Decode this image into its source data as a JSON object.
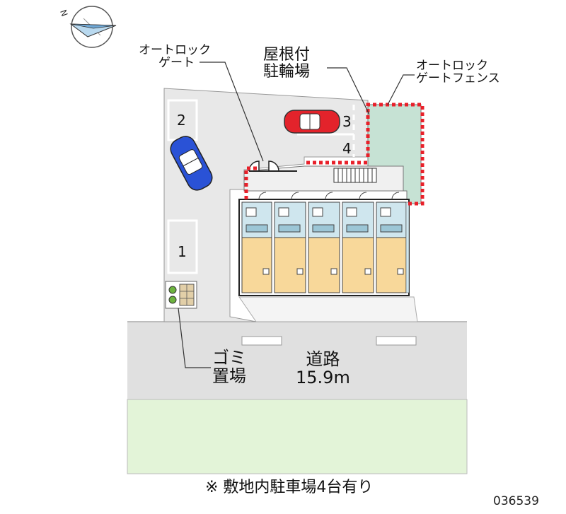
{
  "labels": {
    "autolock_gate": [
      "オートロック",
      "ゲート"
    ],
    "bicycle_parking": [
      "屋根付",
      "駐輪場"
    ],
    "autolock_fence": [
      "オートロック",
      "ゲートフェンス"
    ],
    "garbage": [
      "ゴミ",
      "置場"
    ],
    "road": [
      "道路",
      "15.9m"
    ]
  },
  "parking_numbers": [
    "1",
    "2",
    "3",
    "4"
  ],
  "footer_note": "※ 敷地内駐車場4台有り",
  "property_code": "036539",
  "compass_label": "N",
  "colors": {
    "road": "#e0e0e0",
    "sidewalk": "#e3f4d8",
    "lot": "#e8e8e8",
    "entrance": "#c6e2d4",
    "fence": "#e8202a",
    "car_red": "#e3232b",
    "car_blue": "#2a52d6",
    "unit_blue": "#cfe6ee",
    "unit_orange": "#f8d89a"
  }
}
